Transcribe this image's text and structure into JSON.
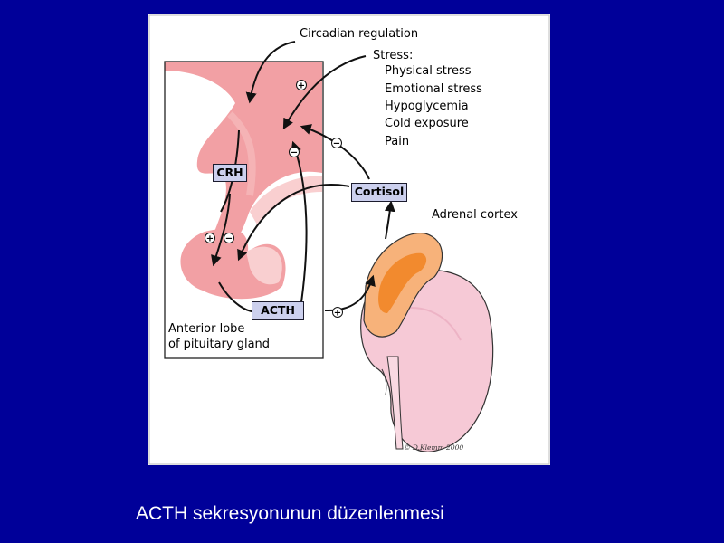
{
  "caption": "ACTH sekresyonunun düzenlenmesi",
  "diagram": {
    "circadian_label": "Circadian regulation",
    "stress": {
      "title": "Stress:",
      "items": [
        "Physical stress",
        "Emotional stress",
        "Hypoglycemia",
        "Cold exposure",
        "Pain"
      ]
    },
    "crh_label": "CRH",
    "cortisol_label": "Cortisol",
    "acth_label": "ACTH",
    "adrenal_label": "Adrenal cortex",
    "pituitary_label_line1": "Anterior lobe",
    "pituitary_label_line2": "of pituitary gland",
    "credit": "© D.Klemm 2000",
    "plus_symbol": "+",
    "minus_symbol": "−"
  },
  "colors": {
    "slide_background": "#000099",
    "tissue_pink": "#f2a0a4",
    "tissue_light": "#f9cfd0",
    "kidney": "#f6c9d6",
    "adrenal_outer": "#f7b27a",
    "adrenal_inner": "#f28a2e",
    "box_fill": "#ccd0ee"
  }
}
